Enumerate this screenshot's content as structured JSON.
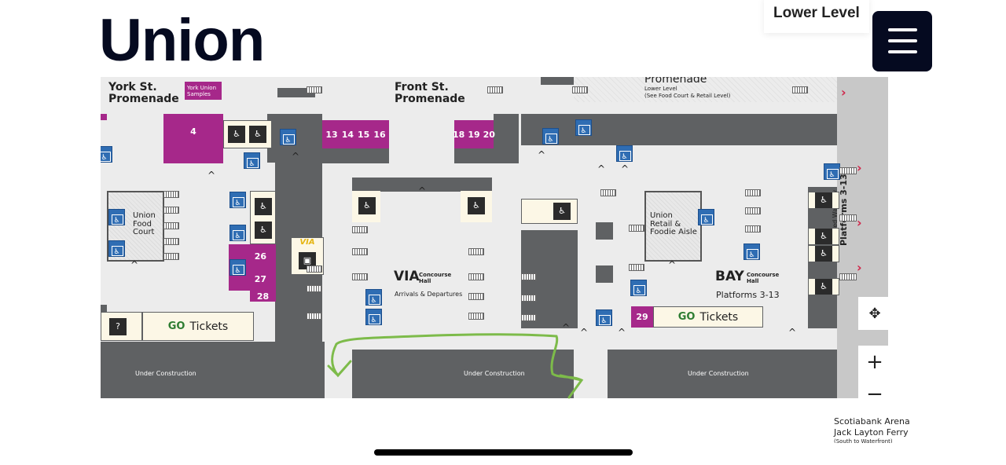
{
  "header": {
    "title": "Union",
    "level": "Lower Level",
    "menu_icon": "hamburger-menu-icon"
  },
  "map": {
    "areas": {
      "york": "York St.\nPromenade",
      "york_samples": "York Union\nSamples",
      "front": "Front St.\nPromenade",
      "promenade": "Promenade",
      "promenade_sub": "Lower Level\n(See Food Court & Retail Level)",
      "food_court": "Union\nFood\nCourt",
      "retail": "Union\nRetail &\nFoodie Aisle",
      "via_title": "VIA",
      "via_sub": "Concourse\nHall",
      "via_desc": "Arrivals & Departures",
      "via_logo": "VIA",
      "bay_title": "BAY",
      "bay_sub": "Concourse\nHall",
      "bay_desc": "Platforms 3-13",
      "walkway_sub": "Covered Walkway",
      "walkway": "Platforms 3-13",
      "tickets_left": "Tickets",
      "tickets_right": "Tickets",
      "go_logo": "GO"
    },
    "shops": {
      "s4": "4",
      "s13": "13",
      "s14": "14",
      "s15": "15",
      "s16": "16",
      "s18": "18",
      "s19": "19",
      "s20": "20",
      "s26": "26",
      "s27": "27",
      "s28": "28",
      "s29": "29"
    },
    "construction": [
      "Under Construction",
      "Under Construction",
      "Under Construction"
    ]
  },
  "destinations": {
    "line1": "Scotiabank Arena",
    "line2": "Jack Layton Ferry",
    "line3": "(South to Waterfront)"
  },
  "colors": {
    "shop": "#a6288a",
    "elevator": "#2f6db3",
    "wall": "#5f6163",
    "floor": "#ececec",
    "route": "#7dbb4a",
    "header": "#050a20"
  }
}
